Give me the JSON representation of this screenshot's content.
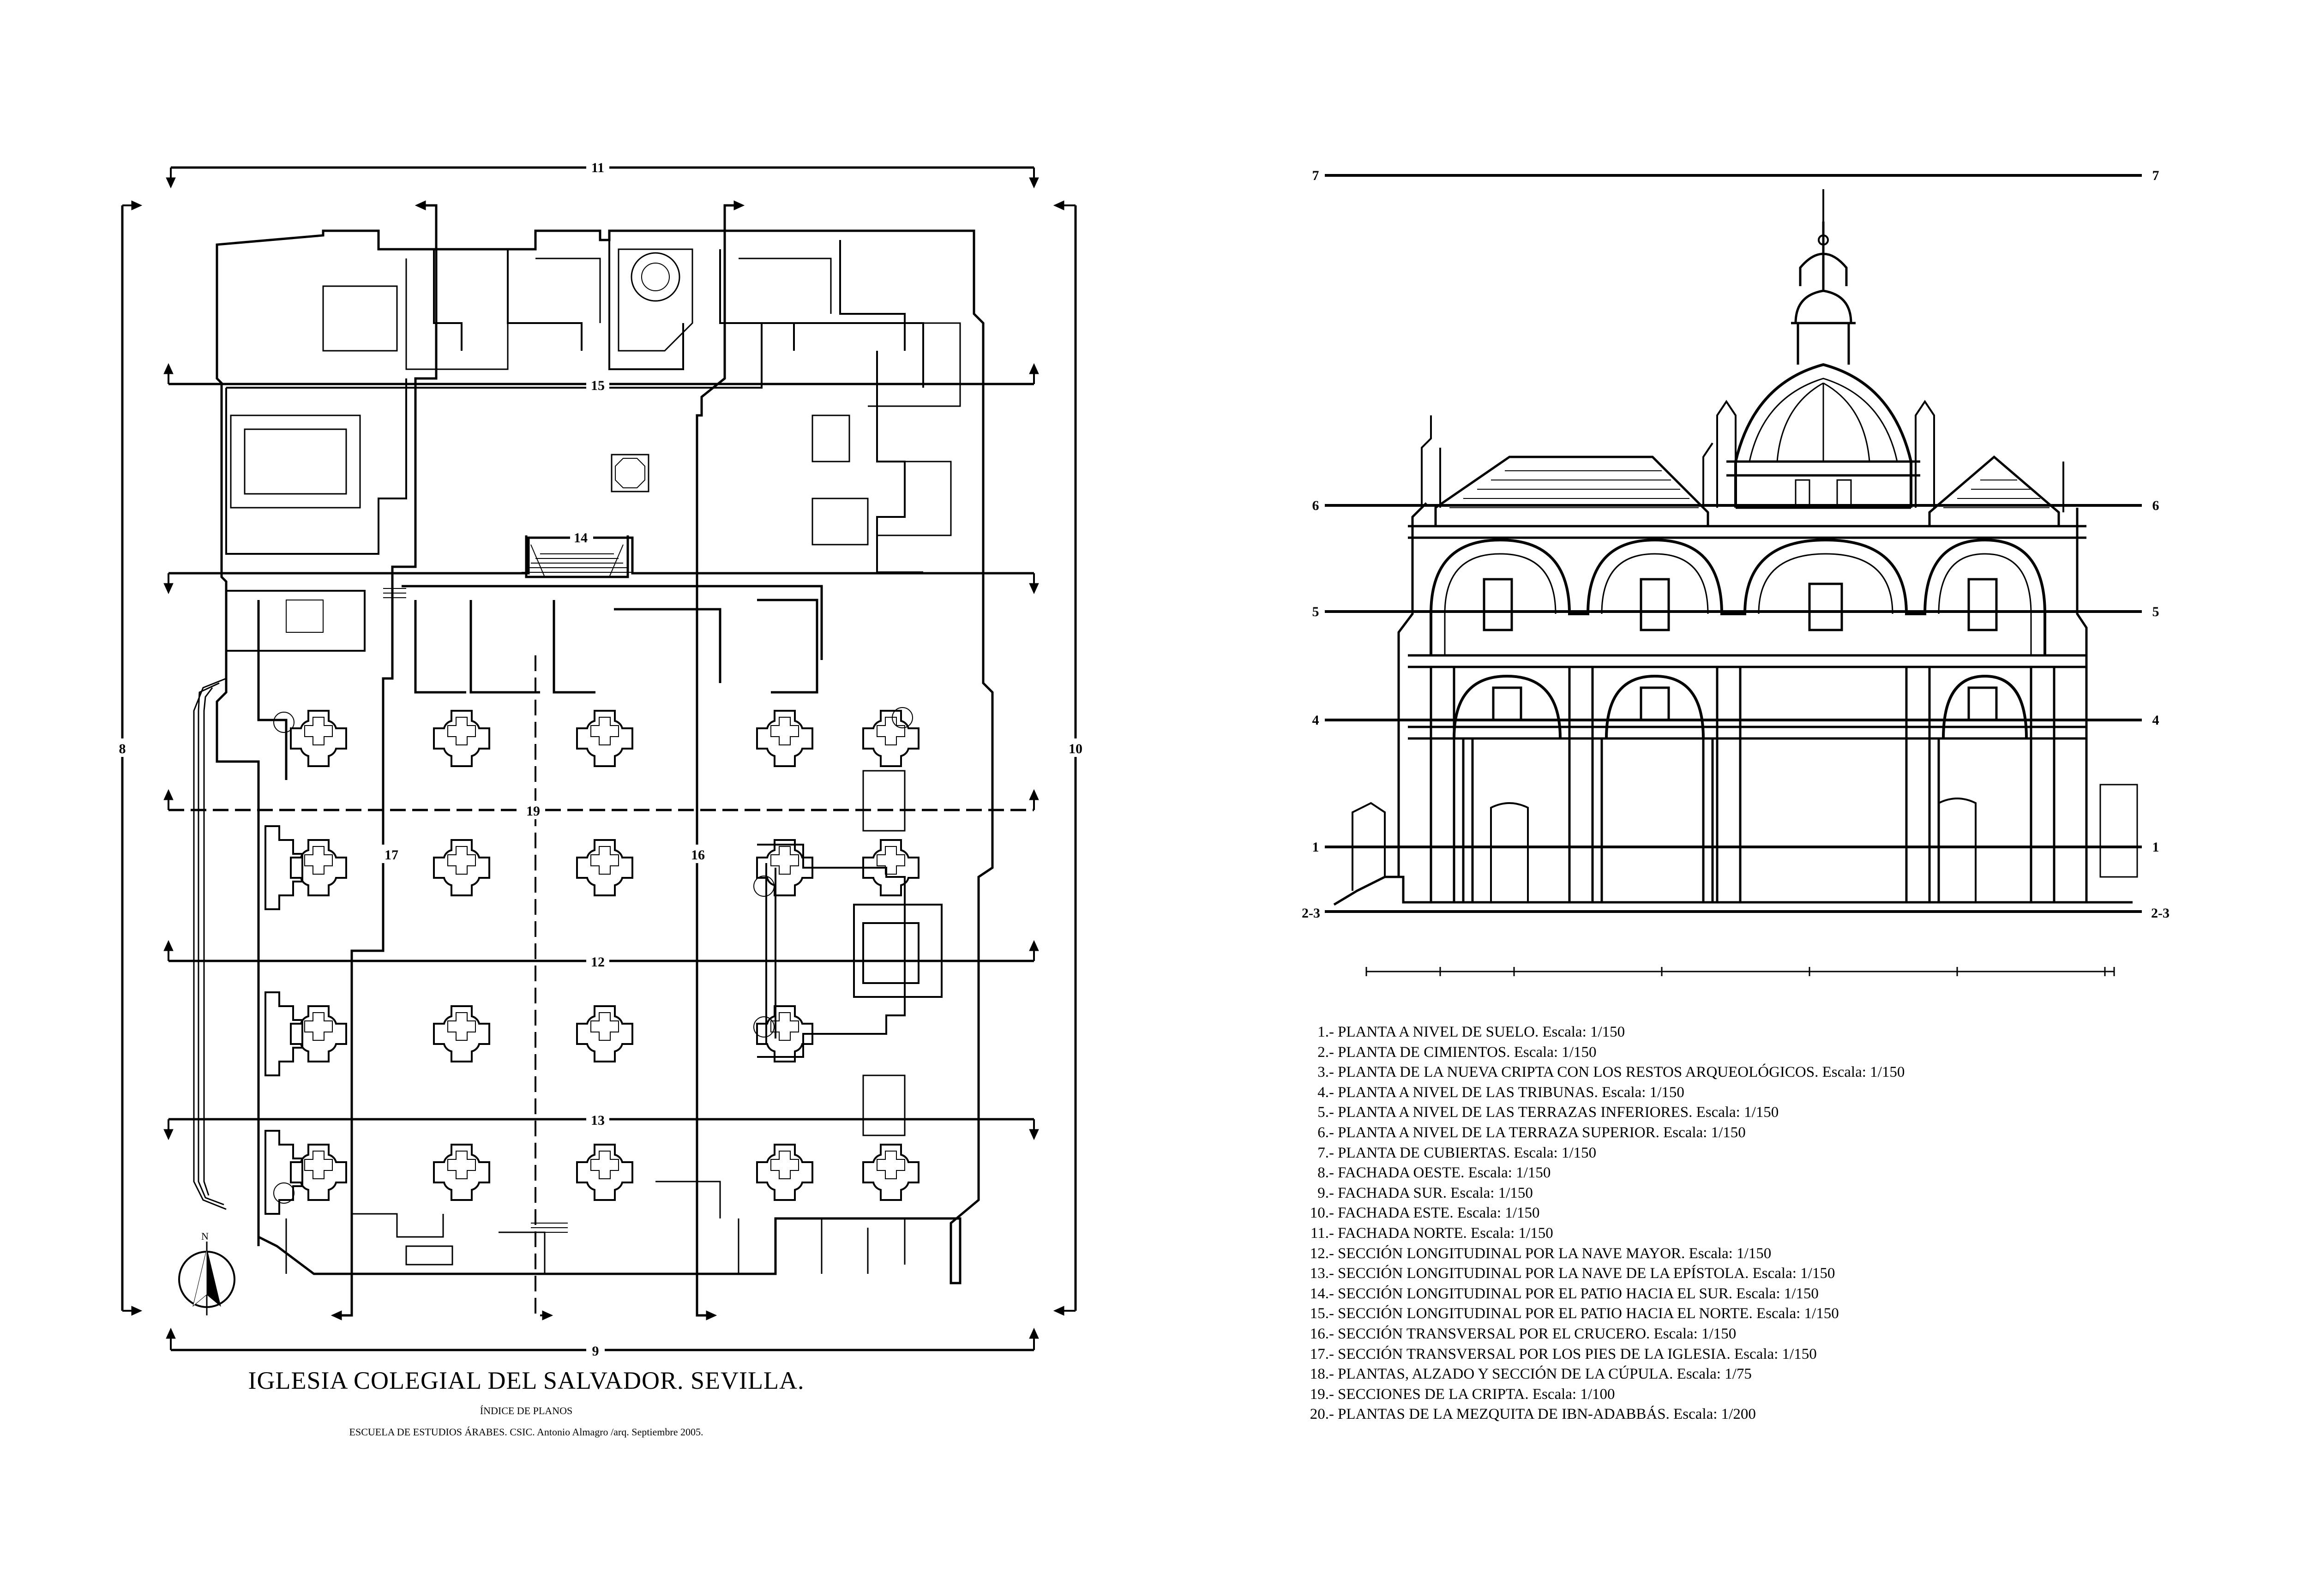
{
  "title": "IGLESIA COLEGIAL DEL SALVADOR. SEVILLA.",
  "subtitle": "ÍNDICE DE PLANOS",
  "credit": "ESCUELA DE ESTUDIOS ÁRABES. CSIC. Antonio Almagro /arq. Septiembre 2005.",
  "plan_labels": {
    "north": "N",
    "l11": "11",
    "l15": "15",
    "l14": "14",
    "l19": "19",
    "l12": "12",
    "l13": "13",
    "l9": "9",
    "l8": "8",
    "l10": "10",
    "l17": "17",
    "l16": "16"
  },
  "elevation_labels": {
    "l7": "7",
    "l6": "6",
    "l5": "5",
    "l4": "4",
    "l1": "1",
    "l23": "2-3"
  },
  "index_items": [
    {
      "num": "1.-",
      "text": "PLANTA A NIVEL DE SUELO. Escala: 1/150"
    },
    {
      "num": "2.-",
      "text": "PLANTA DE CIMIENTOS. Escala: 1/150"
    },
    {
      "num": "3.-",
      "text": "PLANTA DE LA NUEVA CRIPTA CON LOS RESTOS ARQUEOLÓGICOS. Escala: 1/150"
    },
    {
      "num": "4.-",
      "text": "PLANTA A NIVEL DE LAS TRIBUNAS. Escala: 1/150"
    },
    {
      "num": "5.-",
      "text": "PLANTA A NIVEL DE LAS TERRAZAS INFERIORES. Escala: 1/150"
    },
    {
      "num": "6.-",
      "text": "PLANTA A NIVEL DE LA TERRAZA SUPERIOR. Escala: 1/150"
    },
    {
      "num": "7.-",
      "text": "PLANTA DE CUBIERTAS. Escala: 1/150"
    },
    {
      "num": "8.-",
      "text": "FACHADA OESTE. Escala: 1/150"
    },
    {
      "num": "9.-",
      "text": "FACHADA SUR. Escala: 1/150"
    },
    {
      "num": "10.-",
      "text": "FACHADA ESTE. Escala: 1/150"
    },
    {
      "num": "11.-",
      "text": "FACHADA NORTE. Escala: 1/150"
    },
    {
      "num": "12.-",
      "text": "SECCIÓN LONGITUDINAL POR LA NAVE MAYOR. Escala: 1/150"
    },
    {
      "num": "13.-",
      "text": "SECCIÓN LONGITUDINAL POR LA NAVE DE LA EPÍSTOLA. Escala: 1/150"
    },
    {
      "num": "14.-",
      "text": "SECCIÓN LONGITUDINAL POR EL PATIO HACIA EL SUR. Escala: 1/150"
    },
    {
      "num": "15.-",
      "text": "SECCIÓN LONGITUDINAL POR EL PATIO HACIA EL NORTE. Escala: 1/150"
    },
    {
      "num": "16.-",
      "text": "SECCIÓN TRANSVERSAL POR EL CRUCERO. Escala: 1/150"
    },
    {
      "num": "17.-",
      "text": "SECCIÓN TRANSVERSAL POR LOS PIES DE LA IGLESIA. Escala: 1/150"
    },
    {
      "num": "18.-",
      "text": "PLANTAS, ALZADO Y SECCIÓN DE LA CÚPULA. Escala: 1/75"
    },
    {
      "num": "19.-",
      "text": "SECCIONES DE LA CRIPTA. Escala: 1/100"
    },
    {
      "num": "20.-",
      "text": "PLANTAS DE LA MEZQUITA DE IBN-ADABBÁS. Escala: 1/200"
    }
  ]
}
